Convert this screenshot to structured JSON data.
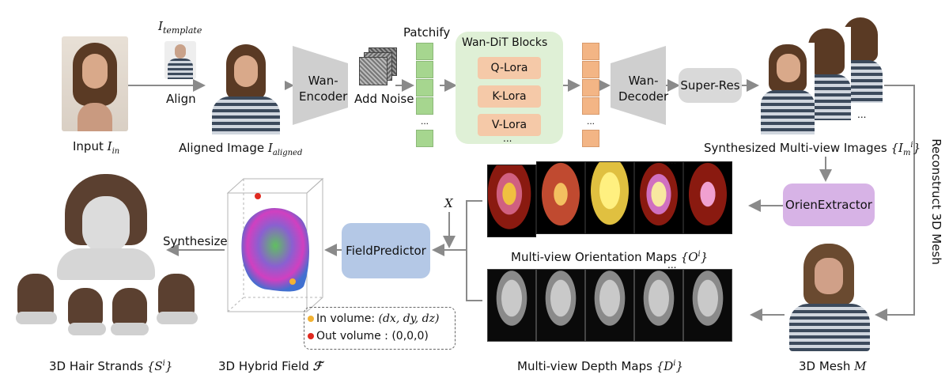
{
  "labels": {
    "input": "Input",
    "input_sub": "in",
    "template": "template",
    "align": "Align",
    "aligned": "Aligned Image",
    "aligned_sub": "aligned",
    "encoder_1": "Wan-",
    "encoder_2": "Encoder",
    "add_noise": "Add Noise",
    "patchify": "Patchify",
    "dit_title": "Wan-DiT Blocks",
    "q_lora": "Q-Lora",
    "k_lora": "K-Lora",
    "v_lora": "V-Lora",
    "dots": "...",
    "decoder_1": "Wan-",
    "decoder_2": "Decoder",
    "super_res": "Super-Res",
    "synth_views": "Synthesized Multi-view Images",
    "orien_extractor": "OrienExtractor",
    "reconstruct": "Reconstruct 3D Mesh",
    "orientation_maps": "Multi-view Orientation Maps",
    "depth_maps": "Multi-view Depth Maps",
    "mesh": "3D Mesh",
    "x_label": "X",
    "field_predictor": "FieldPredictor",
    "hybrid_field": "3D Hybrid Field",
    "in_volume": "In volume:",
    "in_volume_value": "(dx, dy, dz)",
    "out_volume": "Out volume :",
    "out_volume_value": "(0,0,0)",
    "synthesize": "Synthesize",
    "hair_strands": "3D Hair Strands"
  },
  "colors": {
    "dit_bg": "#dff0d6",
    "lora_bg": "#f5c9a8",
    "patch_green": "#a6d68f",
    "patch_orange": "#f3b585",
    "coder_gray": "#cfcfcf",
    "superres_bg": "#d9d9d9",
    "orien_bg": "#d7b3e6",
    "field_bg": "#b4c8e6",
    "arrow": "#8a8a8a",
    "in_dot": "#f2b233",
    "out_dot": "#e02a20"
  }
}
